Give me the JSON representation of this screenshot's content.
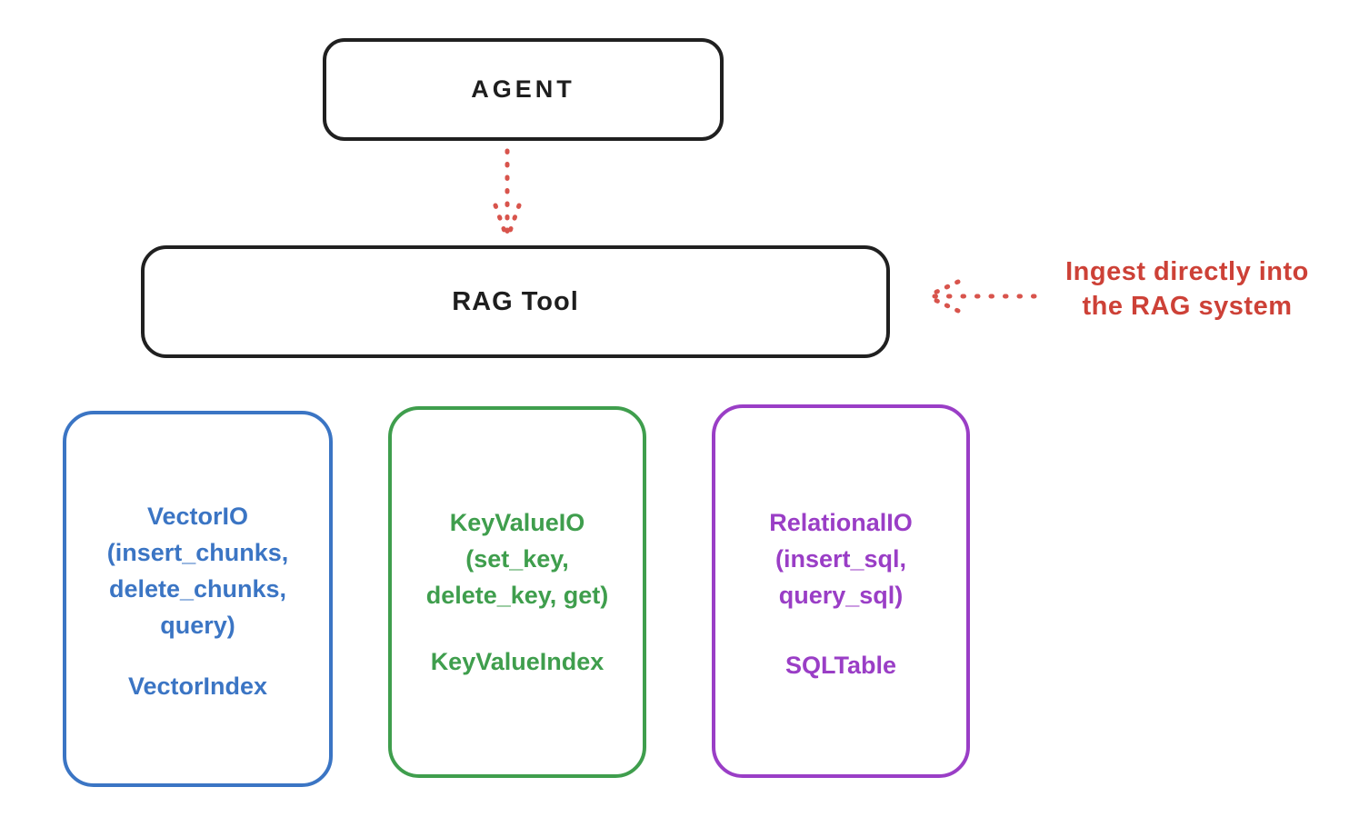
{
  "diagram": {
    "title_node": {
      "label": "AGENT"
    },
    "rag_node": {
      "label": "RAG Tool"
    },
    "annotation": {
      "line1": "Ingest directly into",
      "line2": "the RAG system",
      "color": "#cd4137"
    },
    "storage_nodes": {
      "vector": {
        "lines": [
          "VectorIO",
          "(insert_chunks,",
          "delete_chunks,",
          "query)"
        ],
        "index_label": "VectorIndex",
        "color": "#3b75c4"
      },
      "keyvalue": {
        "lines": [
          "KeyValueIO",
          "(set_key,",
          "delete_key, get)"
        ],
        "index_label": "KeyValueIndex",
        "color": "#3f9e4d"
      },
      "relational": {
        "lines": [
          "RelationalIO",
          "(insert_sql,",
          "query_sql)"
        ],
        "index_label": "SQLTable",
        "color": "#9a3ec6"
      }
    },
    "arrows": {
      "agent_to_rag": {
        "style": "dotted",
        "direction": "down",
        "color": "#d8544c"
      },
      "ingest_to_rag": {
        "style": "dotted",
        "direction": "left",
        "color": "#d8544c"
      }
    },
    "stroke_color": "#202020",
    "background": "#ffffff"
  }
}
